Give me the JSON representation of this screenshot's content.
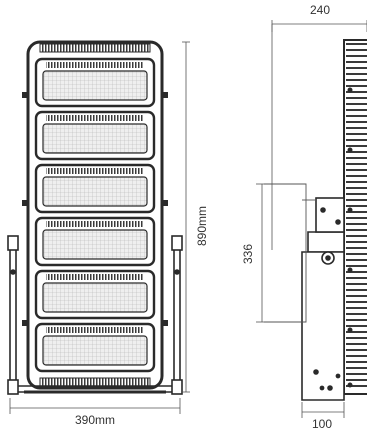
{
  "dimensions": {
    "front_height": "890mm",
    "front_width": "390mm",
    "side_depth": "240",
    "side_bracket": "336",
    "side_base": "100"
  },
  "colors": {
    "line": "#2a2a2a",
    "module_fill": "#e9e9e9",
    "fin": "#3a3a3a",
    "thin_line": "#555555"
  },
  "front_view": {
    "module_count": 6
  }
}
